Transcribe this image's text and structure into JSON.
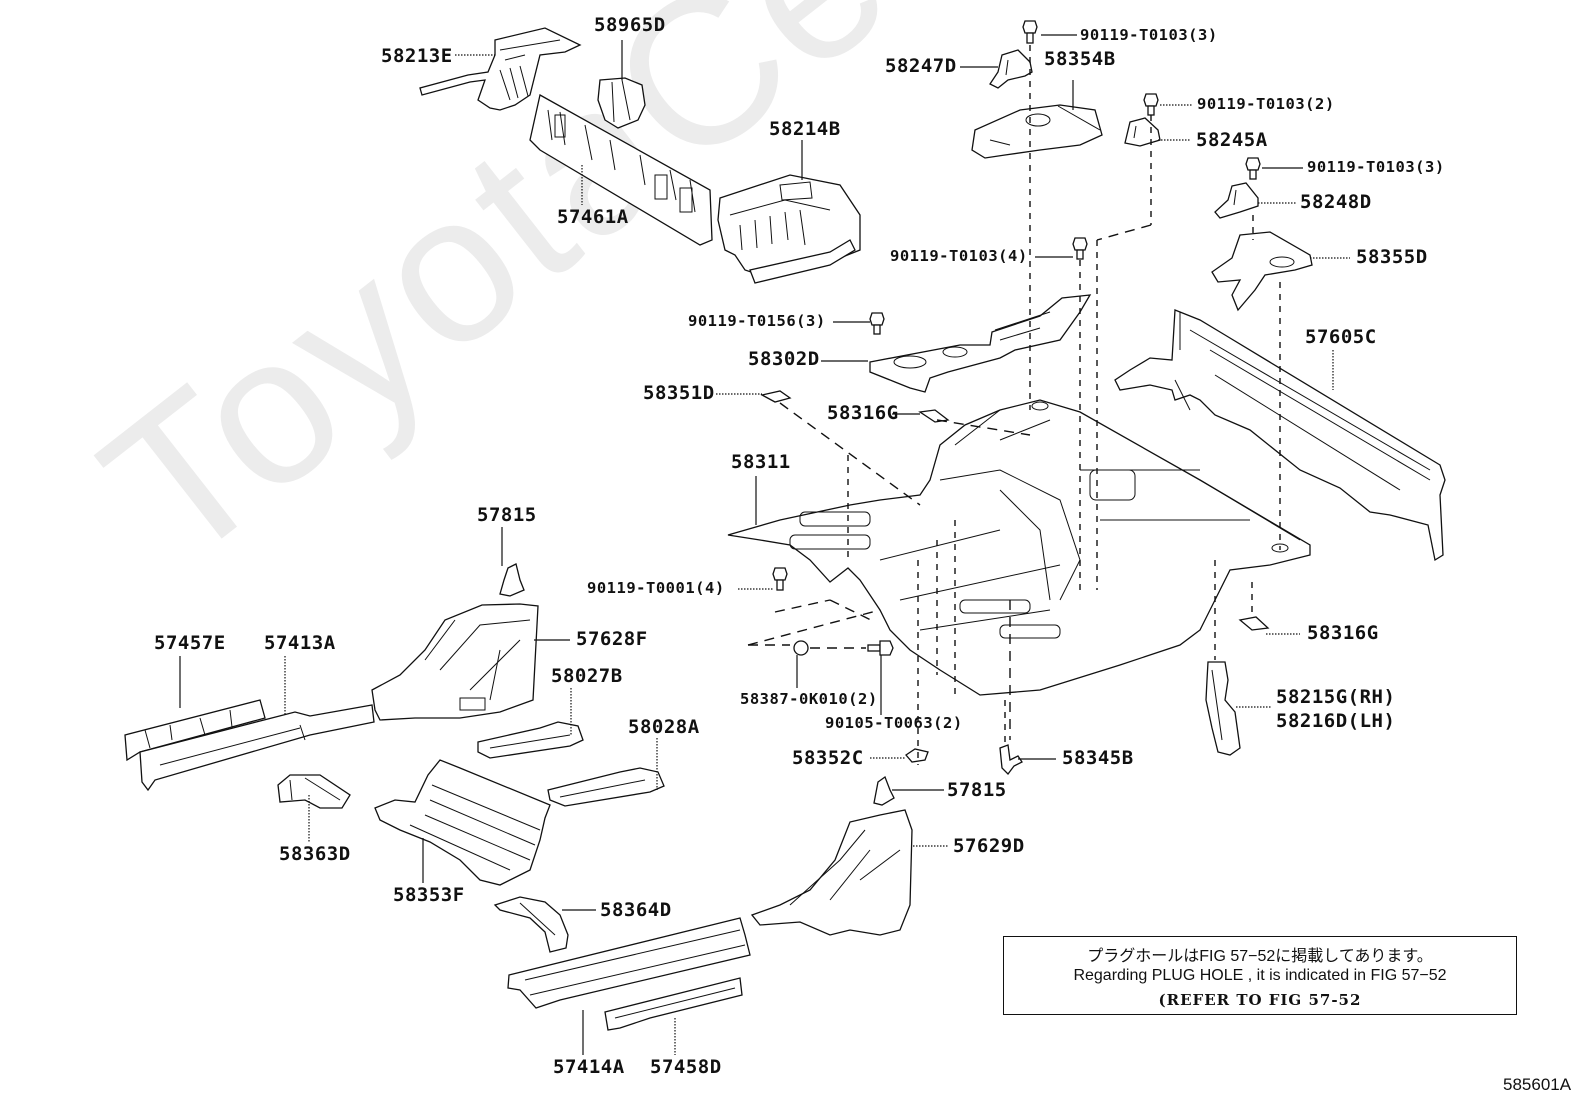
{
  "diagram": {
    "title": "Floor pan & lower back panel parts diagram",
    "figure_id": "585601A",
    "watermark": "ToyotaCelica.ru",
    "labels": [
      {
        "id": "58213E",
        "text": "58213E"
      },
      {
        "id": "58965D",
        "text": "58965D"
      },
      {
        "id": "57461A",
        "text": "57461A"
      },
      {
        "id": "58214B",
        "text": "58214B"
      },
      {
        "id": "58247D",
        "text": "58247D"
      },
      {
        "id": "58354B",
        "text": "58354B"
      },
      {
        "id": "bolt-top-3",
        "text": "90119-T0103(3)"
      },
      {
        "id": "bolt-2",
        "text": "90119-T0103(2)"
      },
      {
        "id": "58245A",
        "text": "58245A"
      },
      {
        "id": "bolt-right-3",
        "text": "90119-T0103(3)"
      },
      {
        "id": "58248D",
        "text": "58248D"
      },
      {
        "id": "bolt-4",
        "text": "90119-T0103(4)"
      },
      {
        "id": "58355D",
        "text": "58355D"
      },
      {
        "id": "bolt-t0156",
        "text": "90119-T0156(3)"
      },
      {
        "id": "57605C",
        "text": "57605C"
      },
      {
        "id": "58302D",
        "text": "58302D"
      },
      {
        "id": "58351D",
        "text": "58351D"
      },
      {
        "id": "58316G-top",
        "text": "58316G"
      },
      {
        "id": "58311",
        "text": "58311"
      },
      {
        "id": "57815-left",
        "text": "57815"
      },
      {
        "id": "bolt-t0001",
        "text": "90119-T0001(4)"
      },
      {
        "id": "58316G-right",
        "text": "58316G"
      },
      {
        "id": "57457E",
        "text": "57457E"
      },
      {
        "id": "57413A",
        "text": "57413A"
      },
      {
        "id": "57628F",
        "text": "57628F"
      },
      {
        "id": "58027B",
        "text": "58027B"
      },
      {
        "id": "58387",
        "text": "58387-0K010(2)"
      },
      {
        "id": "58215G",
        "text": "58215G(RH)"
      },
      {
        "id": "58216D",
        "text": "58216D(LH)"
      },
      {
        "id": "58028A",
        "text": "58028A"
      },
      {
        "id": "90105",
        "text": "90105-T0063(2)"
      },
      {
        "id": "58352C",
        "text": "58352C"
      },
      {
        "id": "58345B",
        "text": "58345B"
      },
      {
        "id": "57815-right",
        "text": "57815"
      },
      {
        "id": "58363D",
        "text": "58363D"
      },
      {
        "id": "57629D",
        "text": "57629D"
      },
      {
        "id": "58353F",
        "text": "58353F"
      },
      {
        "id": "58364D",
        "text": "58364D"
      },
      {
        "id": "57414A",
        "text": "57414A"
      },
      {
        "id": "57458D",
        "text": "57458D"
      }
    ],
    "note": {
      "jp": "プラグホールはFIG 57−52に掲載してあります。",
      "en": "Regarding PLUG HOLE , it is indicated in FIG 57−52",
      "ref": "(REFER TO FIG 57-52"
    }
  }
}
